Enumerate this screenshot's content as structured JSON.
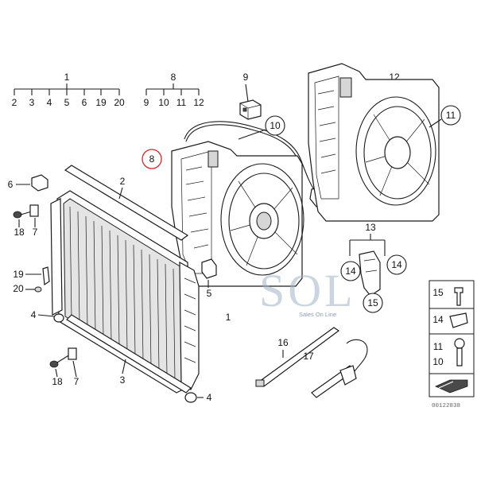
{
  "labels": {
    "top_group_1": {
      "title": "1",
      "items": [
        "2",
        "3",
        "4",
        "5",
        "6",
        "19",
        "20"
      ]
    },
    "top_group_8": {
      "title": "8",
      "items": [
        "9",
        "10",
        "11",
        "12"
      ]
    },
    "callouts": {
      "c9": "9",
      "c10": "10",
      "c8_red": "8",
      "c12": "12",
      "c11": "11",
      "c2": "2",
      "c6": "6",
      "c18a": "18",
      "c7a": "7",
      "c19": "19",
      "c20": "20",
      "c4a": "4",
      "c5": "5",
      "c1": "1",
      "c3": "3",
      "c18b": "18",
      "c7b": "7",
      "c4b": "4",
      "c13": "13",
      "c14a": "14",
      "c14b": "14",
      "c15": "15",
      "c16": "16",
      "c17": "17"
    }
  },
  "legend": {
    "rows": [
      {
        "top": "15",
        "bottom": ""
      },
      {
        "top": "14",
        "bottom": ""
      },
      {
        "top": "11",
        "bottom": "10"
      }
    ]
  },
  "watermark": {
    "logo": "SOL",
    "tagline": "Sales On Line"
  },
  "drawing_code": "00122838",
  "colors": {
    "highlight": "#d9262c",
    "line": "#1a1a1a",
    "watermark": "#9fb2c6"
  }
}
